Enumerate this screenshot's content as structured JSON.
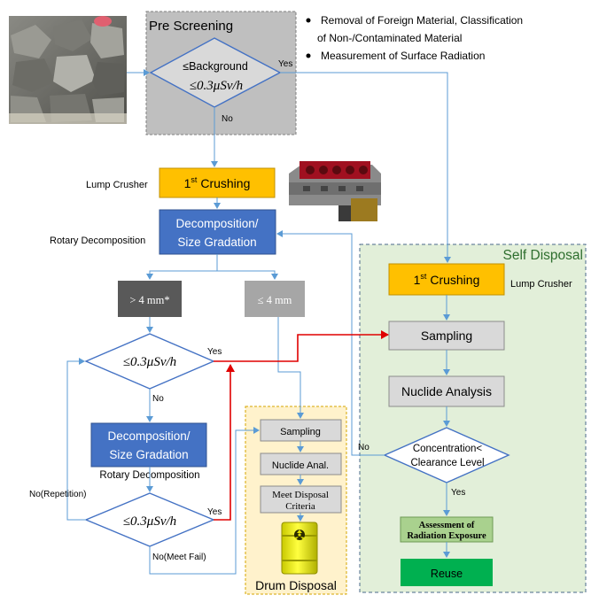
{
  "notes": [
    "Removal of Foreign Material, Classification",
    "of Non-/Contaminated Material",
    "Measurement of Surface Radiation"
  ],
  "pre_screening": {
    "title": "Pre Screening",
    "diamond_line1": "≤Background",
    "diamond_line2": "≤0.3μSv/h",
    "yes": "Yes",
    "no": "No"
  },
  "left_flow": {
    "lump_crusher_label": "Lump Crusher",
    "crushing_prefix": "1",
    "crushing_sup": "st",
    "crushing_text": " Crushing",
    "rotary_label": "Rotary Decomposition",
    "decomp_line1": "Decomposition/",
    "decomp_line2": "Size Gradation",
    "gt4": "> 4 mm*",
    "le4": "≤ 4 mm",
    "diamond1": "≤0.3μSv/h",
    "diamond1_yes": "Yes",
    "diamond1_no": "No",
    "decomp2_line1": "Decomposition/",
    "decomp2_line2": "Size Gradation",
    "rotary2_label": "Rotary Decomposition",
    "no_repetition": "No(Repetition)",
    "diamond2": "≤0.3μSv/h",
    "diamond2_yes": "Yes",
    "no_meet_fail": "No(Meet Fail)"
  },
  "drum_disposal": {
    "title": "Drum Disposal",
    "sampling": "Sampling",
    "nuclide": "Nuclide Anal.",
    "criteria_line1": "Meet Disposal",
    "criteria_line2": "Criteria"
  },
  "self_disposal": {
    "title": "Self Disposal",
    "crushing_prefix": "1",
    "crushing_sup": "st",
    "crushing_text": " Crushing",
    "lump_crusher_label": "Lump Crusher",
    "sampling": "Sampling",
    "nuclide_analysis": "Nuclide Analysis",
    "conc_line1": "Concentration<",
    "conc_line2": "Clearance Level",
    "no": "No",
    "yes": "Yes",
    "assess_line1": "Assessment of",
    "assess_line2": "Radiation Exposure",
    "reuse": "Reuse"
  },
  "colors": {
    "orange": "#ffc000",
    "blue": "#4472c4",
    "dark_gray": "#595959",
    "light_gray": "#a6a6a6",
    "box_gray": "#d9d9d9",
    "green_panel": "#e2efd9",
    "drum_panel": "#fff2cc",
    "assess_green": "#a9d18e",
    "reuse_green": "#00b050",
    "arrow_blue": "#5b9bd5",
    "arrow_red": "#e00000"
  }
}
